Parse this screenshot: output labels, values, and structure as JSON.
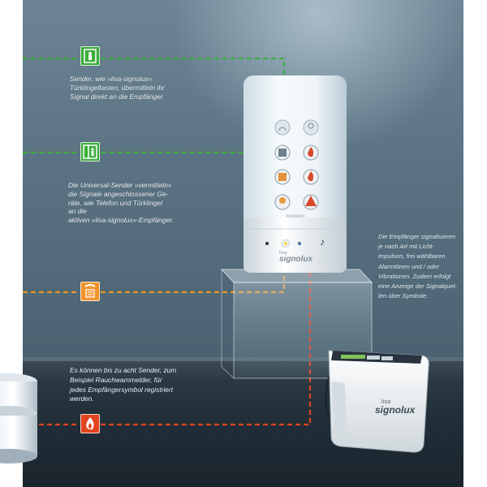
{
  "captions": {
    "senders": "Sender, wie »lisa-signolux« Türklingeltasten, übermitteln ihr Signal direkt an die Empfänger.",
    "universal": "Die Universal-Sender »vermitteln« die Signale angeschlossener Geräte, wie Telefon und Türklingel an die aktiven »lisa-signolux«-Empfänger.",
    "receivers": "Die Empfänger signalisieren je nach Art mit Lichtimpulsen, frei wählbaren Alarmtönen und / oder Vibrationen. Zudem erfolgt eine Anzeige der Signalquellen über Symbole.",
    "eight_senders": "Es können bis zu acht Sender, zum Beispiel Rauchwarnmelder, für jedes Empfängersymbol registriert werden."
  },
  "caption_lines": {
    "senders": [
      "Sender, wie »lisa-signolux«",
      "Türklingeltasten, übermitteln ihr",
      "Signal direkt an die Empfänger."
    ],
    "universal": [
      "Die Universal-Sender »vermitteln«",
      "die Signale angeschlossener Ge-",
      "räte, wie Telefon und Türklingel",
      "an die",
      "aktiven »lisa-signolux«-Empfänger."
    ],
    "receivers": [
      "Die Empfänger signalisieren",
      "je nach Art mit Licht-",
      "impulsen, frei wählbaren",
      "Alarmtönen und / oder",
      "Vibrationen. Zudem erfolgt",
      "eine Anzeige der Signalquel-",
      "len über Symbole."
    ],
    "eight_senders": [
      "Es können bis zu acht Sender, zum",
      "Beispiel Rauchwarnmelder, für",
      "jedes Empfängersymbol registriert",
      "werden."
    ]
  },
  "device": {
    "connect_label": "connect",
    "brand_top": "lisa",
    "brand_main": "signolux",
    "music_symbol": "♪"
  },
  "portable": {
    "brand_top": "lisa",
    "brand_main": "signolux"
  },
  "icons": [
    {
      "name": "door-sender-icon",
      "color": "#3cae3c"
    },
    {
      "name": "universal-sender-icon",
      "color": "#3cae3c"
    },
    {
      "name": "telephone-icon",
      "color": "#f0932a"
    },
    {
      "name": "smoke-alarm-icon",
      "color": "#e2441f"
    }
  ],
  "colors": {
    "green": "#3cae3c",
    "orange": "#f0932a",
    "red": "#e2441f"
  }
}
